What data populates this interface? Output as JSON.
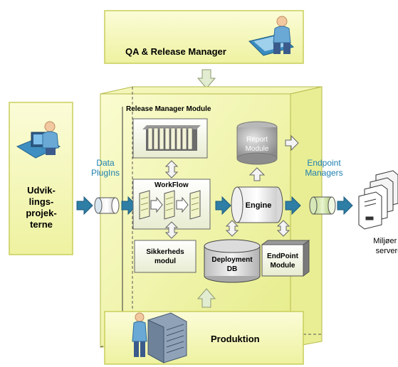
{
  "qa": {
    "title": "QA & Release Manager"
  },
  "dev": {
    "line1": "Udvik-",
    "line2": "lings-",
    "line3": "projek-",
    "line4": "terne"
  },
  "prod": {
    "title": "Produktion"
  },
  "module": {
    "title": "Release Manager Module"
  },
  "data_plugins": {
    "line1": "Data",
    "line2": "PlugIns"
  },
  "endpoint_managers": {
    "line1": "Endpoint",
    "line2": "Managers"
  },
  "workflow": {
    "title": "WorkFlow"
  },
  "engine": {
    "title": "Engine"
  },
  "report": {
    "line1": "Report",
    "line2": "Module"
  },
  "sikkerheds": {
    "line1": "Sikkerheds",
    "line2": "modul"
  },
  "deployment": {
    "line1": "Deployment",
    "line2": "DB"
  },
  "endpoint_module": {
    "line1": "EndPoint",
    "line2": "Module"
  },
  "servers": {
    "line1": "Miljøer &",
    "line2": "servere"
  },
  "colors": {
    "panel": "#f4f6b8",
    "panel_border": "#c9ce5a",
    "arrow": "#2e7ea6",
    "hollow_arrow": "#e2ecd0"
  }
}
